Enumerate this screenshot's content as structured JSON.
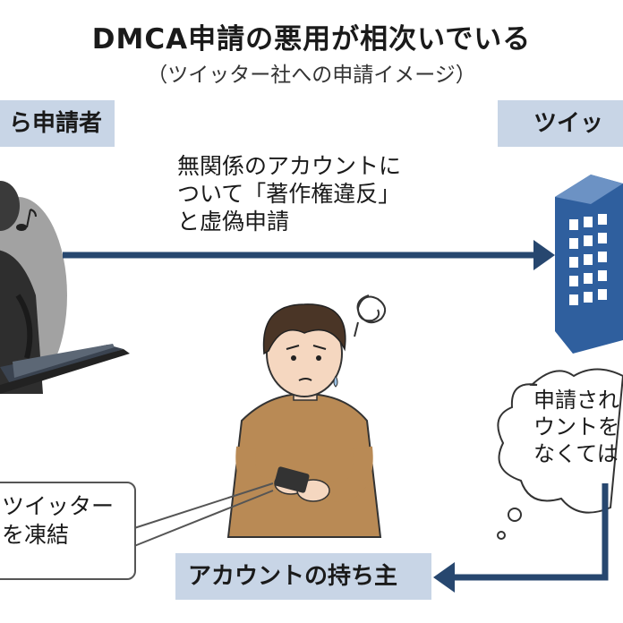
{
  "title": "DMCA申請の悪用が相次いでいる",
  "subtitle": "（ツイッター社への申請イメージ）",
  "labels": {
    "applicant": "ら申請者",
    "twitter": "ツイッ",
    "owner": "アカウントの持ち主"
  },
  "false_claim": {
    "line1": "無関係のアカウントに",
    "line2": "ついて「著作権違反」",
    "line3": "と虚偽申請"
  },
  "freeze_note": {
    "line1": "ツイッター",
    "line2": "を凍結"
  },
  "cloud": {
    "line1": "申請され",
    "line2": "ウントを",
    "line3": "なくては"
  },
  "colors": {
    "arrow": "#27476f",
    "label_bg": "#c8d5e6",
    "building": "#2f5f9e",
    "shirt": "#b98a55"
  }
}
